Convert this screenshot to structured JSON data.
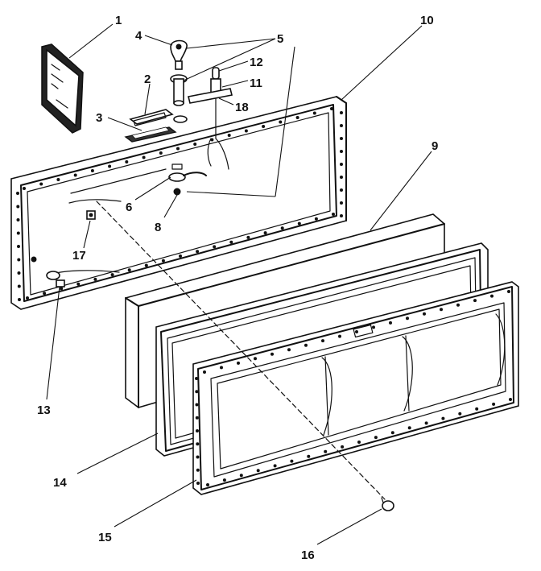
{
  "callouts": [
    {
      "id": "c1",
      "text": "1"
    },
    {
      "id": "c2",
      "text": "2"
    },
    {
      "id": "c3",
      "text": "3"
    },
    {
      "id": "c4",
      "text": "4"
    },
    {
      "id": "c5",
      "text": "5"
    },
    {
      "id": "c6",
      "text": "6"
    },
    {
      "id": "c8",
      "text": "8"
    },
    {
      "id": "c9",
      "text": "9"
    },
    {
      "id": "c10",
      "text": "10"
    },
    {
      "id": "c11",
      "text": "11"
    },
    {
      "id": "c12",
      "text": "12"
    },
    {
      "id": "c13",
      "text": "13"
    },
    {
      "id": "c14",
      "text": "14"
    },
    {
      "id": "c15",
      "text": "15"
    },
    {
      "id": "c16",
      "text": "16"
    },
    {
      "id": "c17",
      "text": "17"
    },
    {
      "id": "c18",
      "text": "18"
    }
  ]
}
